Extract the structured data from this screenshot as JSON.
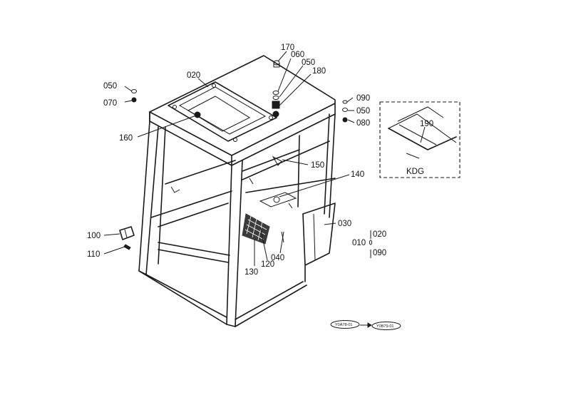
{
  "callouts": {
    "c010": "010",
    "c020": "020",
    "c030": "030",
    "c040": "040",
    "c050a": "050",
    "c050b": "050",
    "c050c": "050",
    "c060": "060",
    "c070": "070",
    "c080": "080",
    "c090a": "090",
    "c090b": "090",
    "c100": "100",
    "c110": "110",
    "c120": "120",
    "c130": "130",
    "c140": "140",
    "c150": "150",
    "c160": "160",
    "c170": "170",
    "c180": "180",
    "c190": "190",
    "c020b": "020"
  },
  "inset": {
    "label": "KDG"
  },
  "serial": {
    "from": "Y0A78-01",
    "to": "Y0B79-01"
  }
}
